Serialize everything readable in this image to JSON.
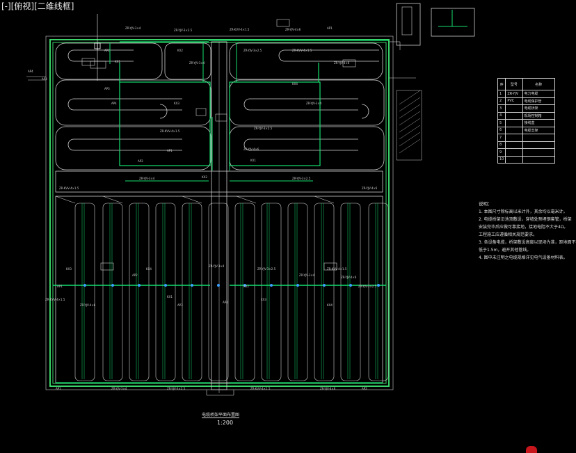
{
  "viewport": {
    "label": "[-][俯视][二维线框]"
  },
  "colors": {
    "background": "#000000",
    "wall": "#3bd46a",
    "cable": "#14e070",
    "line": "#cfcfcf",
    "accent": "#c8161d"
  },
  "drawing": {
    "title": "电缆桥架平面布置图",
    "scale": "1:200"
  },
  "notes": {
    "heading": "说明：",
    "lines": [
      "1. 本图尺寸除标高以米计外，其余均以毫米计。",
      "2. 电缆桥架沿池顶敷设，穿墙处预埋钢套管，桥架",
      "   安装完毕后应做可靠接地，接地电阻不大于4Ω。",
      "   工程施工应遵循相关规范要求。",
      "3. 各设备电缆，桥架敷设高度以现场为准，距地面不",
      "   低于1.5m，避开其他管线。",
      "4. 图中未注明之电缆规格详见电气设备材料表。"
    ]
  },
  "legend": {
    "headers": [
      "序",
      "型号",
      "名称"
    ],
    "rows": [
      [
        "1",
        "ZR-YJV",
        "电力电缆"
      ],
      [
        "2",
        "PVC",
        "电线保护管"
      ],
      [
        "3",
        "",
        "电缆桥架"
      ],
      [
        "4",
        "",
        "现场控制箱"
      ],
      [
        "5",
        "",
        "接线盒"
      ],
      [
        "6",
        "",
        "电缆支架"
      ],
      [
        "7",
        "",
        ""
      ],
      [
        "8",
        "",
        ""
      ],
      [
        "9",
        "",
        ""
      ],
      [
        "10",
        "",
        ""
      ]
    ]
  },
  "cable_labels": [
    "ZR-YJV-3×4",
    "ZR-YJV-3×2.5",
    "ZR-KVV-4×1.5",
    "ZR-YJV-4×6",
    "AP1",
    "AP2",
    "KX1",
    "KX2",
    "ZR-YJV-3×4",
    "ZR-YJV-3×2.5",
    "ZR-KVV-4×1.5",
    "ZR-YJV-4×6",
    "AP3",
    "AP4",
    "KX3",
    "KX4"
  ]
}
